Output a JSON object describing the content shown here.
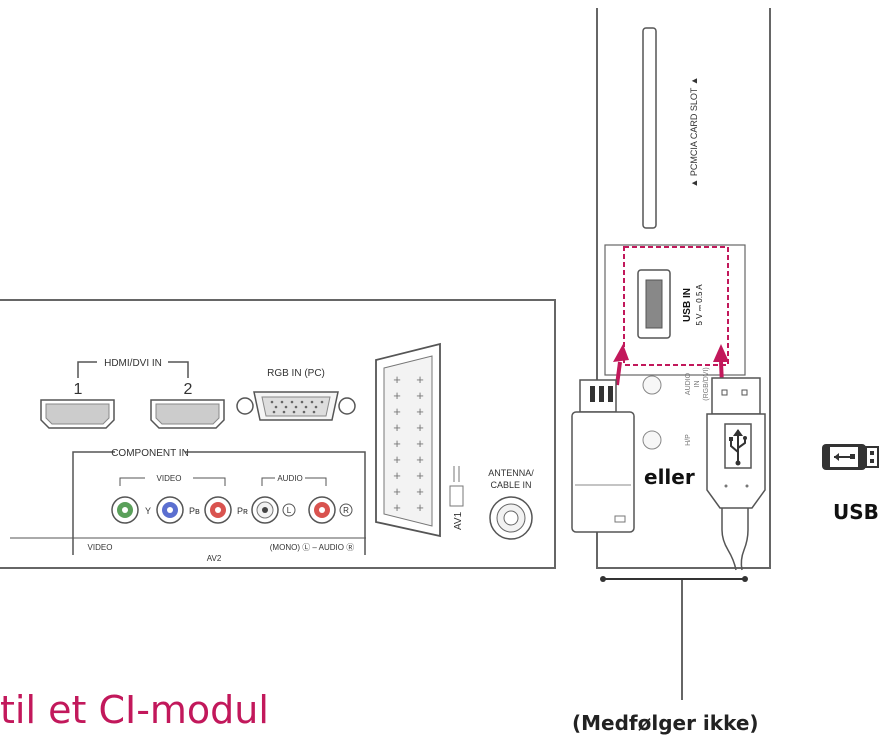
{
  "hdmi": {
    "label": "HDMI/DVI IN",
    "port1": "1",
    "port2": "2"
  },
  "rgb": {
    "label": "RGB IN (PC)"
  },
  "component": {
    "label": "COMPONENT IN",
    "video_label": "VIDEO",
    "audio_label": "AUDIO",
    "y": "Y",
    "pb": "Pʙ",
    "pr": "Pʀ",
    "left": "L",
    "right": "R",
    "bottom_video": "VIDEO",
    "bottom_audio": "(MONO) Ⓛ – AUDIO Ⓡ",
    "av2": "AV2"
  },
  "av1": "AV1",
  "antenna": {
    "line1": "ANTENNA/",
    "line2": "CABLE IN"
  },
  "pcmcia": "▲ PCMCIA CARD SLOT ▲",
  "usb_in": {
    "line1": "USB IN",
    "line2": "5 V ⎓ 0.5 A"
  },
  "side_audio": {
    "line1": "AUDIO",
    "line2": "IN",
    "line3": "(RGB/DVI)"
  },
  "side_hp": "H/P",
  "eller": "eller",
  "usb_icon_label": "USB",
  "note": "(Medfølger ikke)",
  "heading": "til et CI-modul",
  "colors": {
    "accent": "#c2185b",
    "line": "#555555",
    "green": "#5aa05a",
    "blue": "#5b6fd0",
    "red": "#d9534f"
  }
}
